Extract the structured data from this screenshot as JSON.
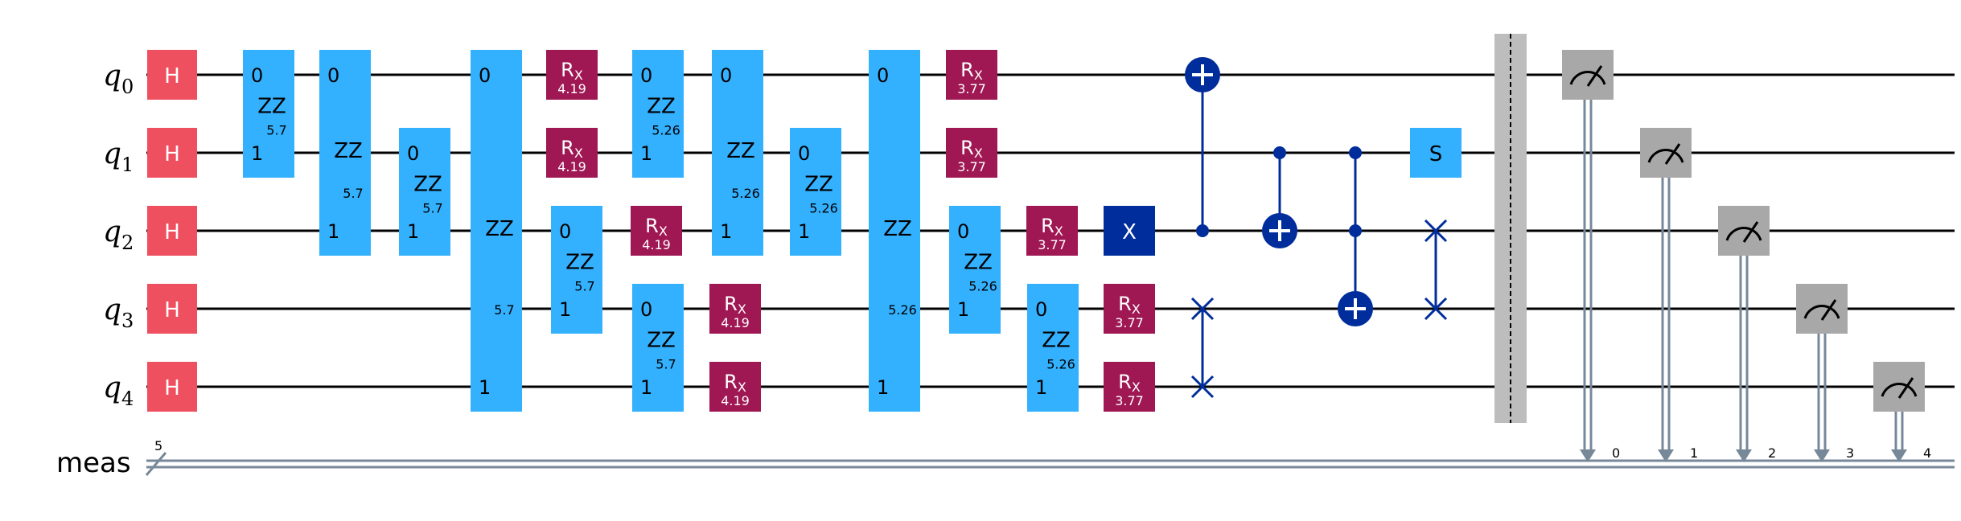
{
  "qubit_labels": [
    {
      "base": "q",
      "sub": "0"
    },
    {
      "base": "q",
      "sub": "1"
    },
    {
      "base": "q",
      "sub": "2"
    },
    {
      "base": "q",
      "sub": "3"
    },
    {
      "base": "q",
      "sub": "4"
    }
  ],
  "classical": {
    "label": "meas",
    "width": "5",
    "bits": [
      "0",
      "1",
      "2",
      "3",
      "4"
    ]
  },
  "colors": {
    "hadamard": "#ef5060",
    "zz": "#33b1ff",
    "rx": "#9f1853",
    "cnot_x": "#002d9c",
    "s": "#33b1ff",
    "measure": "#a8a8a8",
    "barrier": "#bdbdbd",
    "wire": "#000000",
    "classical_wire": "#778899"
  },
  "gate_labels": {
    "h": "H",
    "zz": "ZZ",
    "rx_base": "R",
    "rx_sub": "X",
    "x": "X",
    "s": "S",
    "pin0": "0",
    "pin1": "1"
  },
  "circuit": [
    {
      "gate": "h",
      "qubits": [
        0
      ]
    },
    {
      "gate": "h",
      "qubits": [
        1
      ]
    },
    {
      "gate": "h",
      "qubits": [
        2
      ]
    },
    {
      "gate": "h",
      "qubits": [
        3
      ]
    },
    {
      "gate": "h",
      "qubits": [
        4
      ]
    },
    {
      "gate": "rzz",
      "qubits": [
        0,
        1
      ],
      "param": "5.7"
    },
    {
      "gate": "rzz",
      "qubits": [
        0,
        2
      ],
      "param": "5.7"
    },
    {
      "gate": "rzz",
      "qubits": [
        1,
        2
      ],
      "param": "5.7"
    },
    {
      "gate": "rzz",
      "qubits": [
        0,
        4
      ],
      "param": "5.7"
    },
    {
      "gate": "rx",
      "qubits": [
        0
      ],
      "param": "4.19"
    },
    {
      "gate": "rx",
      "qubits": [
        1
      ],
      "param": "4.19"
    },
    {
      "gate": "rzz",
      "qubits": [
        2,
        3
      ],
      "param": "5.7"
    },
    {
      "gate": "rzz",
      "qubits": [
        0,
        1
      ],
      "param": "5.26"
    },
    {
      "gate": "rx",
      "qubits": [
        2
      ],
      "param": "4.19"
    },
    {
      "gate": "rzz",
      "qubits": [
        3,
        4
      ],
      "param": "5.7"
    },
    {
      "gate": "rzz",
      "qubits": [
        0,
        2
      ],
      "param": "5.26"
    },
    {
      "gate": "rx",
      "qubits": [
        3
      ],
      "param": "4.19"
    },
    {
      "gate": "rx",
      "qubits": [
        4
      ],
      "param": "4.19"
    },
    {
      "gate": "rzz",
      "qubits": [
        1,
        2
      ],
      "param": "5.26"
    },
    {
      "gate": "rzz",
      "qubits": [
        0,
        4
      ],
      "param": "5.26"
    },
    {
      "gate": "rx",
      "qubits": [
        0
      ],
      "param": "3.77"
    },
    {
      "gate": "rx",
      "qubits": [
        1
      ],
      "param": "3.77"
    },
    {
      "gate": "rzz",
      "qubits": [
        2,
        3
      ],
      "param": "5.26"
    },
    {
      "gate": "rx",
      "qubits": [
        2
      ],
      "param": "3.77"
    },
    {
      "gate": "rzz",
      "qubits": [
        3,
        4
      ],
      "param": "5.26"
    },
    {
      "gate": "rx",
      "qubits": [
        3
      ],
      "param": "3.77"
    },
    {
      "gate": "rx",
      "qubits": [
        4
      ],
      "param": "3.77"
    },
    {
      "gate": "x",
      "qubits": [
        2
      ]
    },
    {
      "gate": "cx",
      "qubits": [
        2,
        0
      ]
    },
    {
      "gate": "swap",
      "qubits": [
        3,
        4
      ]
    },
    {
      "gate": "cx",
      "qubits": [
        1,
        2
      ]
    },
    {
      "gate": "ccx",
      "qubits": [
        1,
        2,
        3
      ]
    },
    {
      "gate": "swap",
      "qubits": [
        2,
        3
      ]
    },
    {
      "gate": "s",
      "qubits": [
        1
      ]
    },
    {
      "gate": "barrier",
      "qubits": [
        0,
        1,
        2,
        3,
        4
      ]
    },
    {
      "gate": "measure",
      "qubits": [
        0
      ],
      "clbit": "0"
    },
    {
      "gate": "measure",
      "qubits": [
        1
      ],
      "clbit": "1"
    },
    {
      "gate": "measure",
      "qubits": [
        2
      ],
      "clbit": "2"
    },
    {
      "gate": "measure",
      "qubits": [
        3
      ],
      "clbit": "3"
    },
    {
      "gate": "measure",
      "qubits": [
        4
      ],
      "clbit": "4"
    }
  ]
}
